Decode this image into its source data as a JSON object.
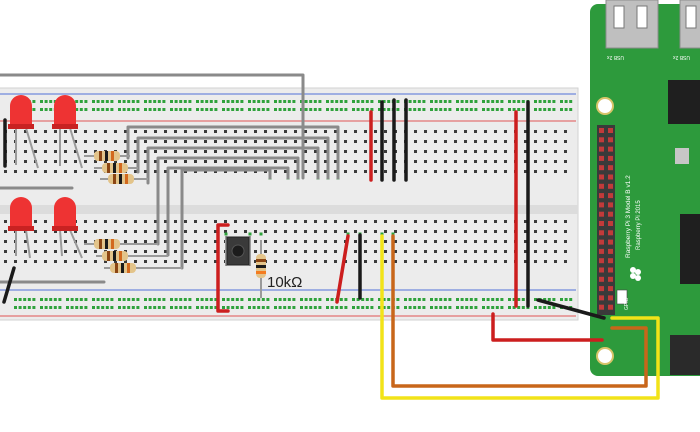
{
  "diagram": {
    "resistor_label": "10kΩ",
    "pi_model_text": "Raspberry Pi 3 Model B v1.2",
    "pi_copyright_text": "Raspberry Pi 2015",
    "usb_label_left": "USB 2x",
    "usb_label_right": "USB 2x",
    "gpio_label": "GPIO",
    "colors": {
      "breadboard": "#ececec",
      "pi_board": "#2d9a3c",
      "hole": "#3b3b3b",
      "rail_hole": "#2fa23c",
      "rail_red": "#e05555",
      "rail_blue": "#4f6fd8",
      "wire_gray": "#8a8a8a",
      "wire_black": "#1a1a1a",
      "wire_red": "#cc1e1e",
      "wire_yellow": "#f2e318",
      "wire_orange": "#c8661a",
      "led": "#ee3333",
      "pin_header": "#c23a3a"
    },
    "components": {
      "leds": [
        "led-1",
        "led-2",
        "led-3",
        "led-4"
      ],
      "resistors": [
        "resistor-1",
        "resistor-2",
        "resistor-3",
        "resistor-4",
        "resistor-5",
        "resistor-6",
        "pulldown-resistor"
      ],
      "button": "push-button"
    }
  }
}
